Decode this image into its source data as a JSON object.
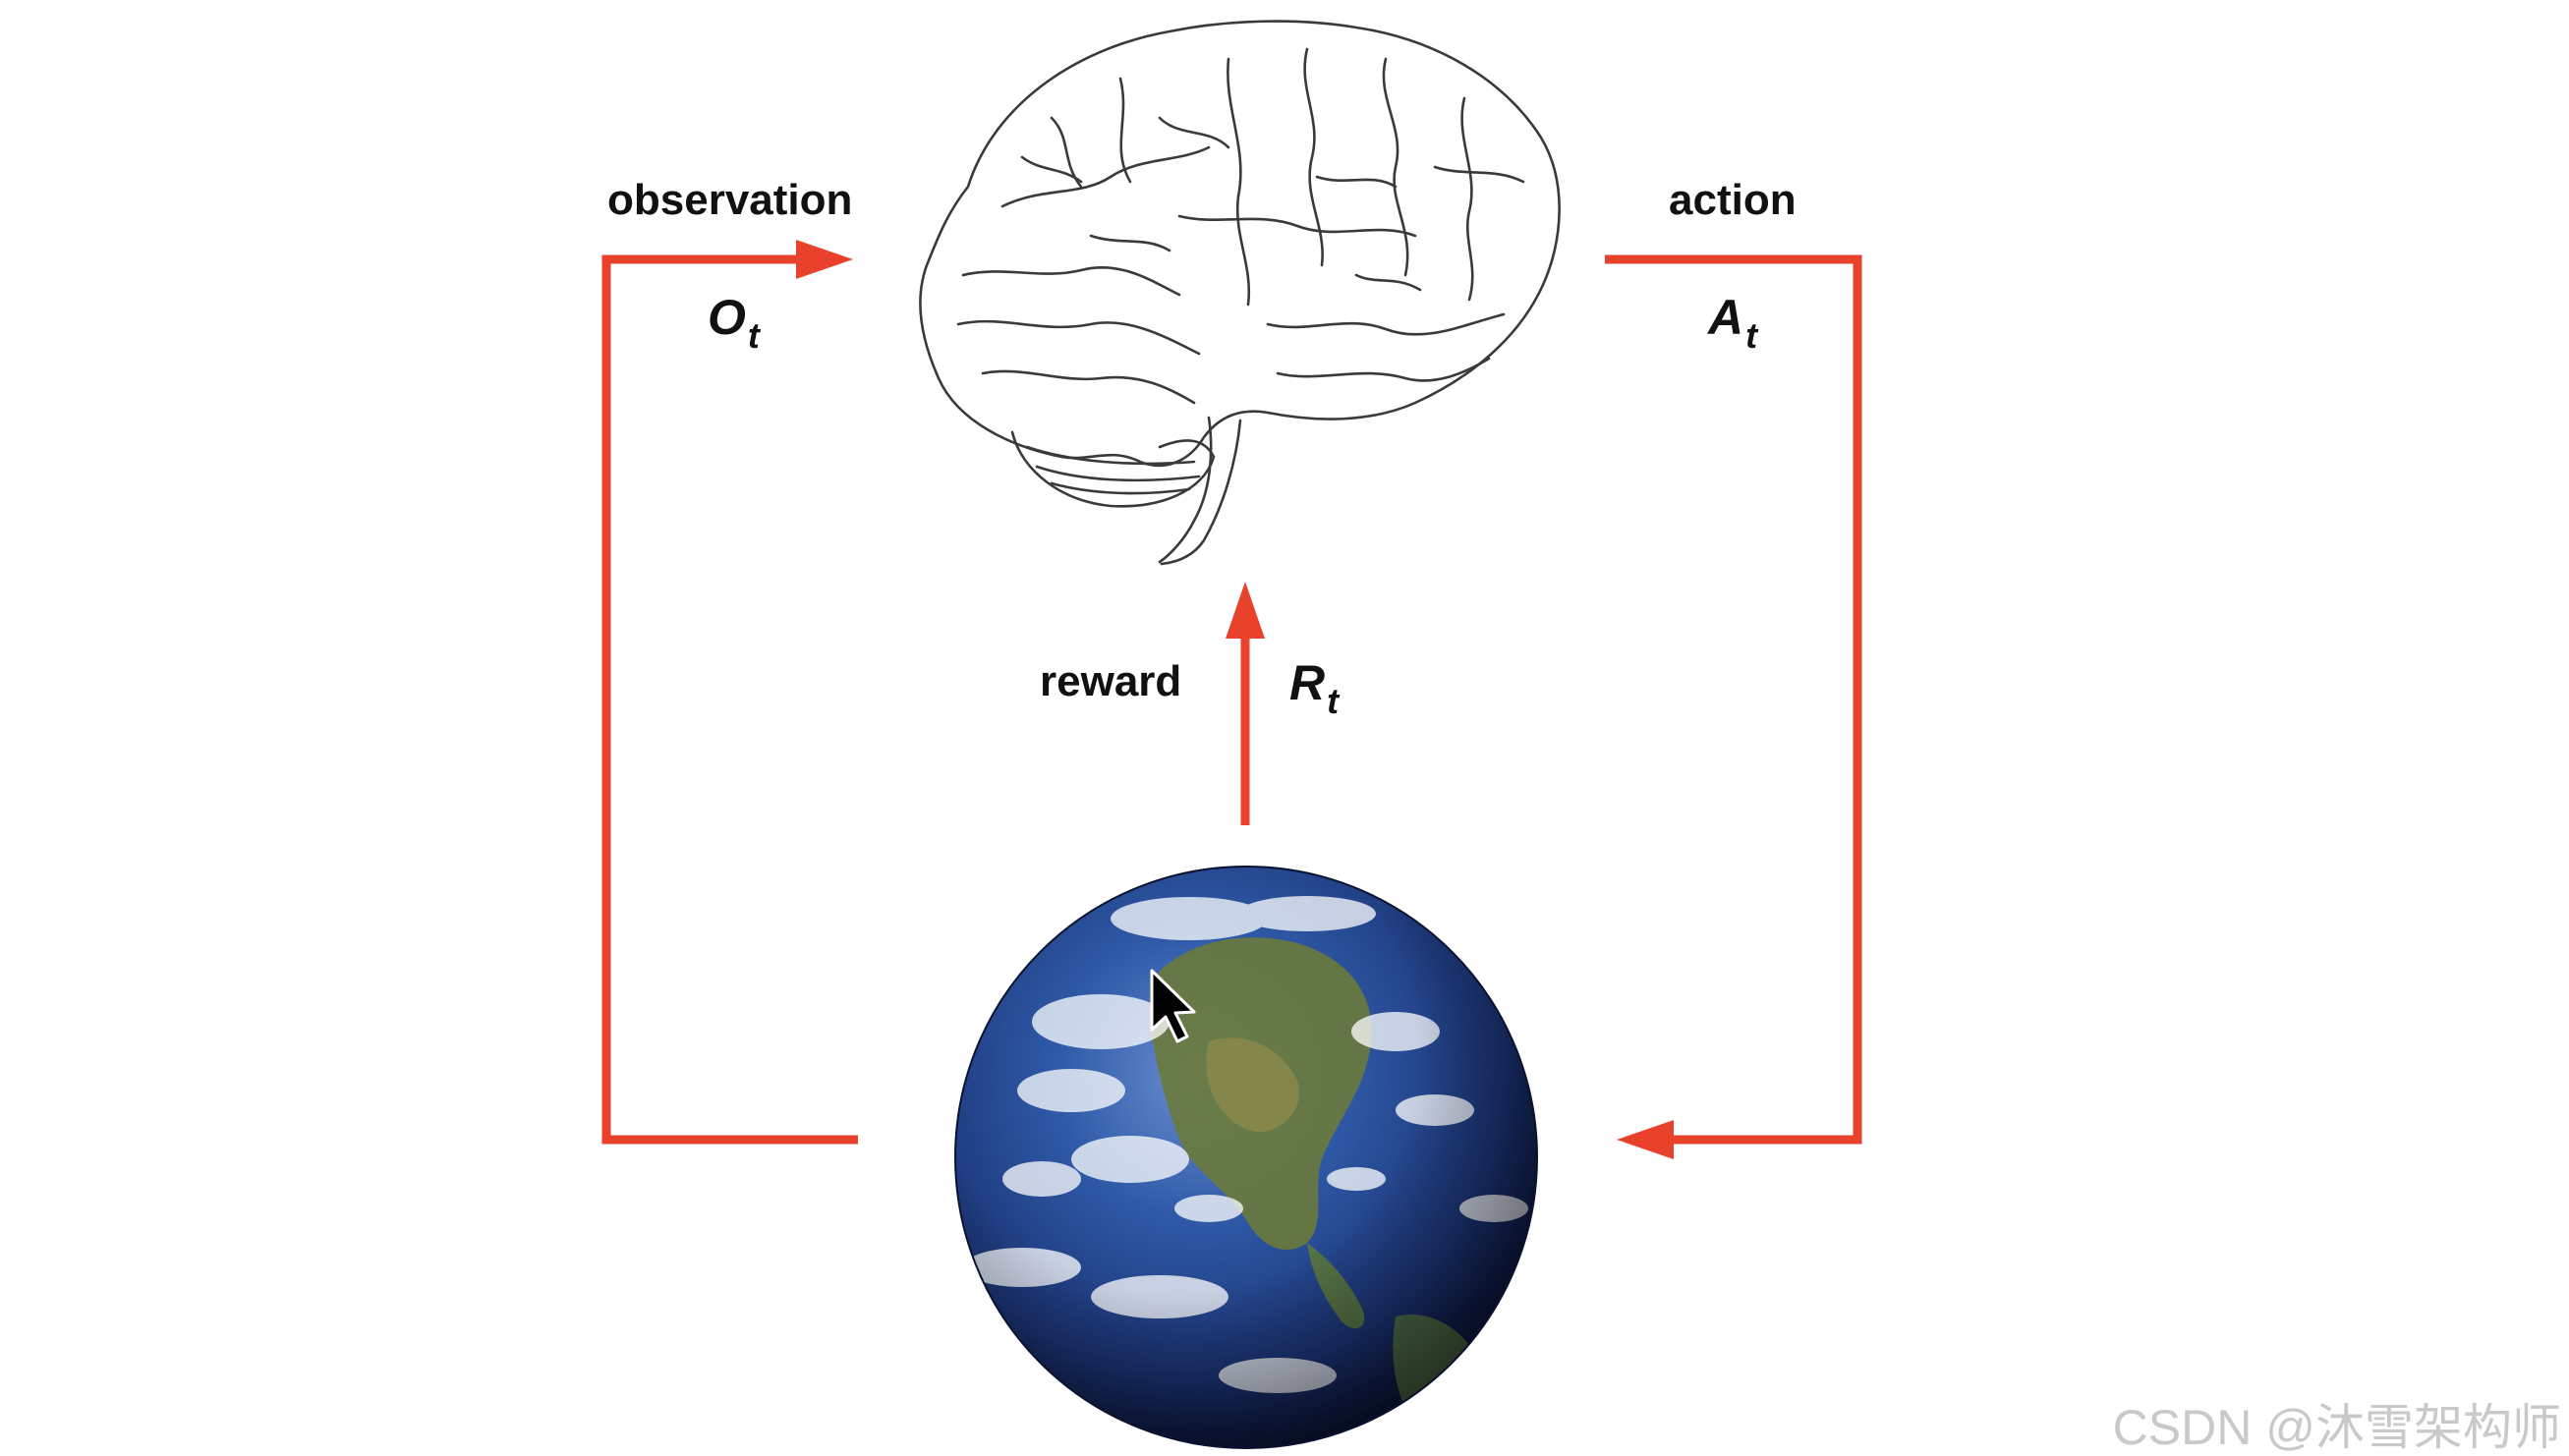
{
  "diagram": {
    "observation_label": "observation",
    "observation_symbol": "O",
    "observation_subscript": "t",
    "action_label": "action",
    "action_symbol": "A",
    "action_subscript": "t",
    "reward_label": "reward",
    "reward_symbol": "R",
    "reward_subscript": "t",
    "brain_icon": "brain-illustration",
    "earth_icon": "earth-globe",
    "cursor_icon": "mouse-pointer"
  },
  "colors": {
    "arrow": "#e8412c",
    "text": "#111111",
    "watermark": "#c9c9c9"
  },
  "watermark": "CSDN @沐雪架构师"
}
